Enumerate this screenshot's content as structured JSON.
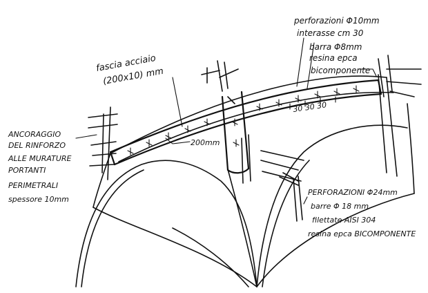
{
  "annotations": {
    "top_right": [
      "perforazioni Φ10mm",
      "interasse cm 30",
      "barra Φ8mm",
      "resina epca",
      "bicomponente"
    ],
    "steel_band": [
      "fascia acciaio",
      "(200x10) mm"
    ],
    "band_width": "200mm",
    "spacing": "30 30 30",
    "left": [
      "ANCORAGGIO",
      "DEL RINFORZO",
      "ALLE MURATURE",
      "PORTANTI",
      "PERIMETRALI",
      "spessore 10mm"
    ],
    "bottom_right": [
      "PERFORAZIONI Φ24mm",
      "barre Φ 18 mm",
      "filettate AISI 304",
      "resina epca BICOMPONENTE"
    ]
  }
}
